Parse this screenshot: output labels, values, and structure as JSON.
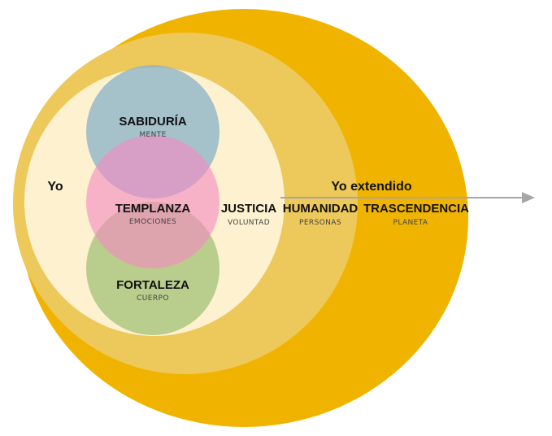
{
  "colors": {
    "outer_ring": "#f0b400",
    "middle_ring": "#edc85a",
    "inner_self": "#fdf1cf",
    "mind_circle": "#8fb5c8",
    "emotions_circle": "#f58bc4",
    "body_circle": "#a7c47a",
    "arrow": "#a6a6a6",
    "text_dark": "#111111",
    "text_sub": "#444444"
  },
  "labels": {
    "self": "Yo",
    "extended_self": "Yo extendido"
  },
  "virtues": {
    "sabiduria": {
      "title": "SABIDURÍA",
      "subtitle": "MENTE"
    },
    "templanza": {
      "title": "TEMPLANZA",
      "subtitle": "EMOCIONES"
    },
    "fortaleza": {
      "title": "FORTALEZA",
      "subtitle": "CUERPO"
    },
    "justicia": {
      "title": "JUSTICIA",
      "subtitle": "VOLUNTAD"
    },
    "humanidad": {
      "title": "HUMANIDAD",
      "subtitle": "PERSONAS"
    },
    "trascendencia": {
      "title": "TRASCENDENCIA",
      "subtitle": "PLANETA"
    }
  },
  "icons": {
    "arrow": "arrow-right-icon"
  }
}
